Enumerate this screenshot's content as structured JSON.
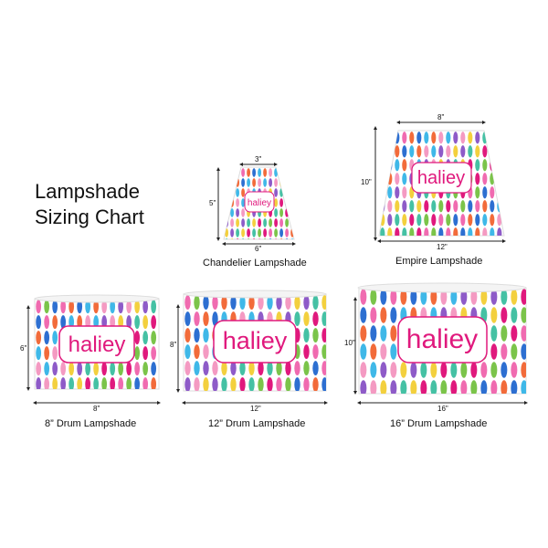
{
  "title": {
    "line1": "Lampshade",
    "line2": "Sizing Chart"
  },
  "name_text": "haliey",
  "colors": {
    "accent": "#e0197d",
    "pattern": [
      "#f06bb0",
      "#3fb8e8",
      "#f3d03e",
      "#7bc44a",
      "#f26b3a",
      "#8e5bc8",
      "#e0197d",
      "#2d6fd1",
      "#f49ac2",
      "#45c1a4"
    ]
  },
  "shades": {
    "chandelier": {
      "caption": "Chandelier Lampshade",
      "top": "3\"",
      "height": "5\"",
      "bottom": "6\""
    },
    "empire": {
      "caption": "Empire Lampshade",
      "top": "8\"",
      "height": "10\"",
      "bottom": "12\""
    },
    "drum8": {
      "caption": "8” Drum Lampshade",
      "height": "6\"",
      "bottom": "8\""
    },
    "drum12": {
      "caption": "12” Drum Lampshade",
      "height": "8\"",
      "bottom": "12\""
    },
    "drum16": {
      "caption": "16” Drum Lampshade",
      "height": "10\"",
      "bottom": "16\""
    }
  }
}
